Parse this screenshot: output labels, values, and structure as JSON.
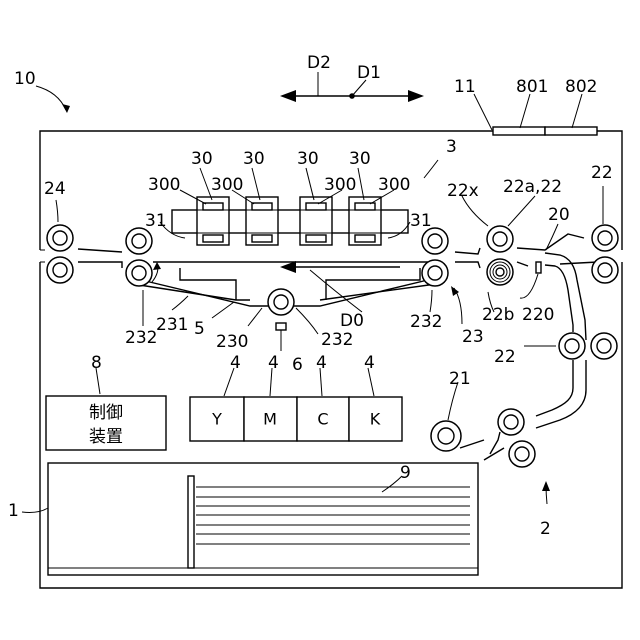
{
  "labels": {
    "printer": "10",
    "housing": "11",
    "sensor_a": "801",
    "sensor_b": "802",
    "dir_d2": "D2",
    "dir_d1": "D1",
    "head_unit": "3",
    "head": "30",
    "head_part": "300",
    "roller_24": "24",
    "nozzle_face": "31",
    "transport": "22x",
    "roller_a": "22a,22",
    "roller_22": "22",
    "path": "20",
    "roller_b": "22b",
    "sensor_220": "220",
    "belt_roller": "232",
    "belt": "231",
    "belt_unit": "5",
    "belt_frame": "230",
    "dir_d0": "D0",
    "drive_roller": "232",
    "belt_assembly": "23",
    "sensor_6": "6",
    "ink": "4",
    "controller_ref": "8",
    "feed_roller": "21",
    "tray": "9",
    "cassette": "1",
    "feeder": "2"
  },
  "controller_text": [
    "制御",
    "装置"
  ],
  "ink_colors": [
    "Y",
    "M",
    "C",
    "K"
  ],
  "ink_label": "4"
}
